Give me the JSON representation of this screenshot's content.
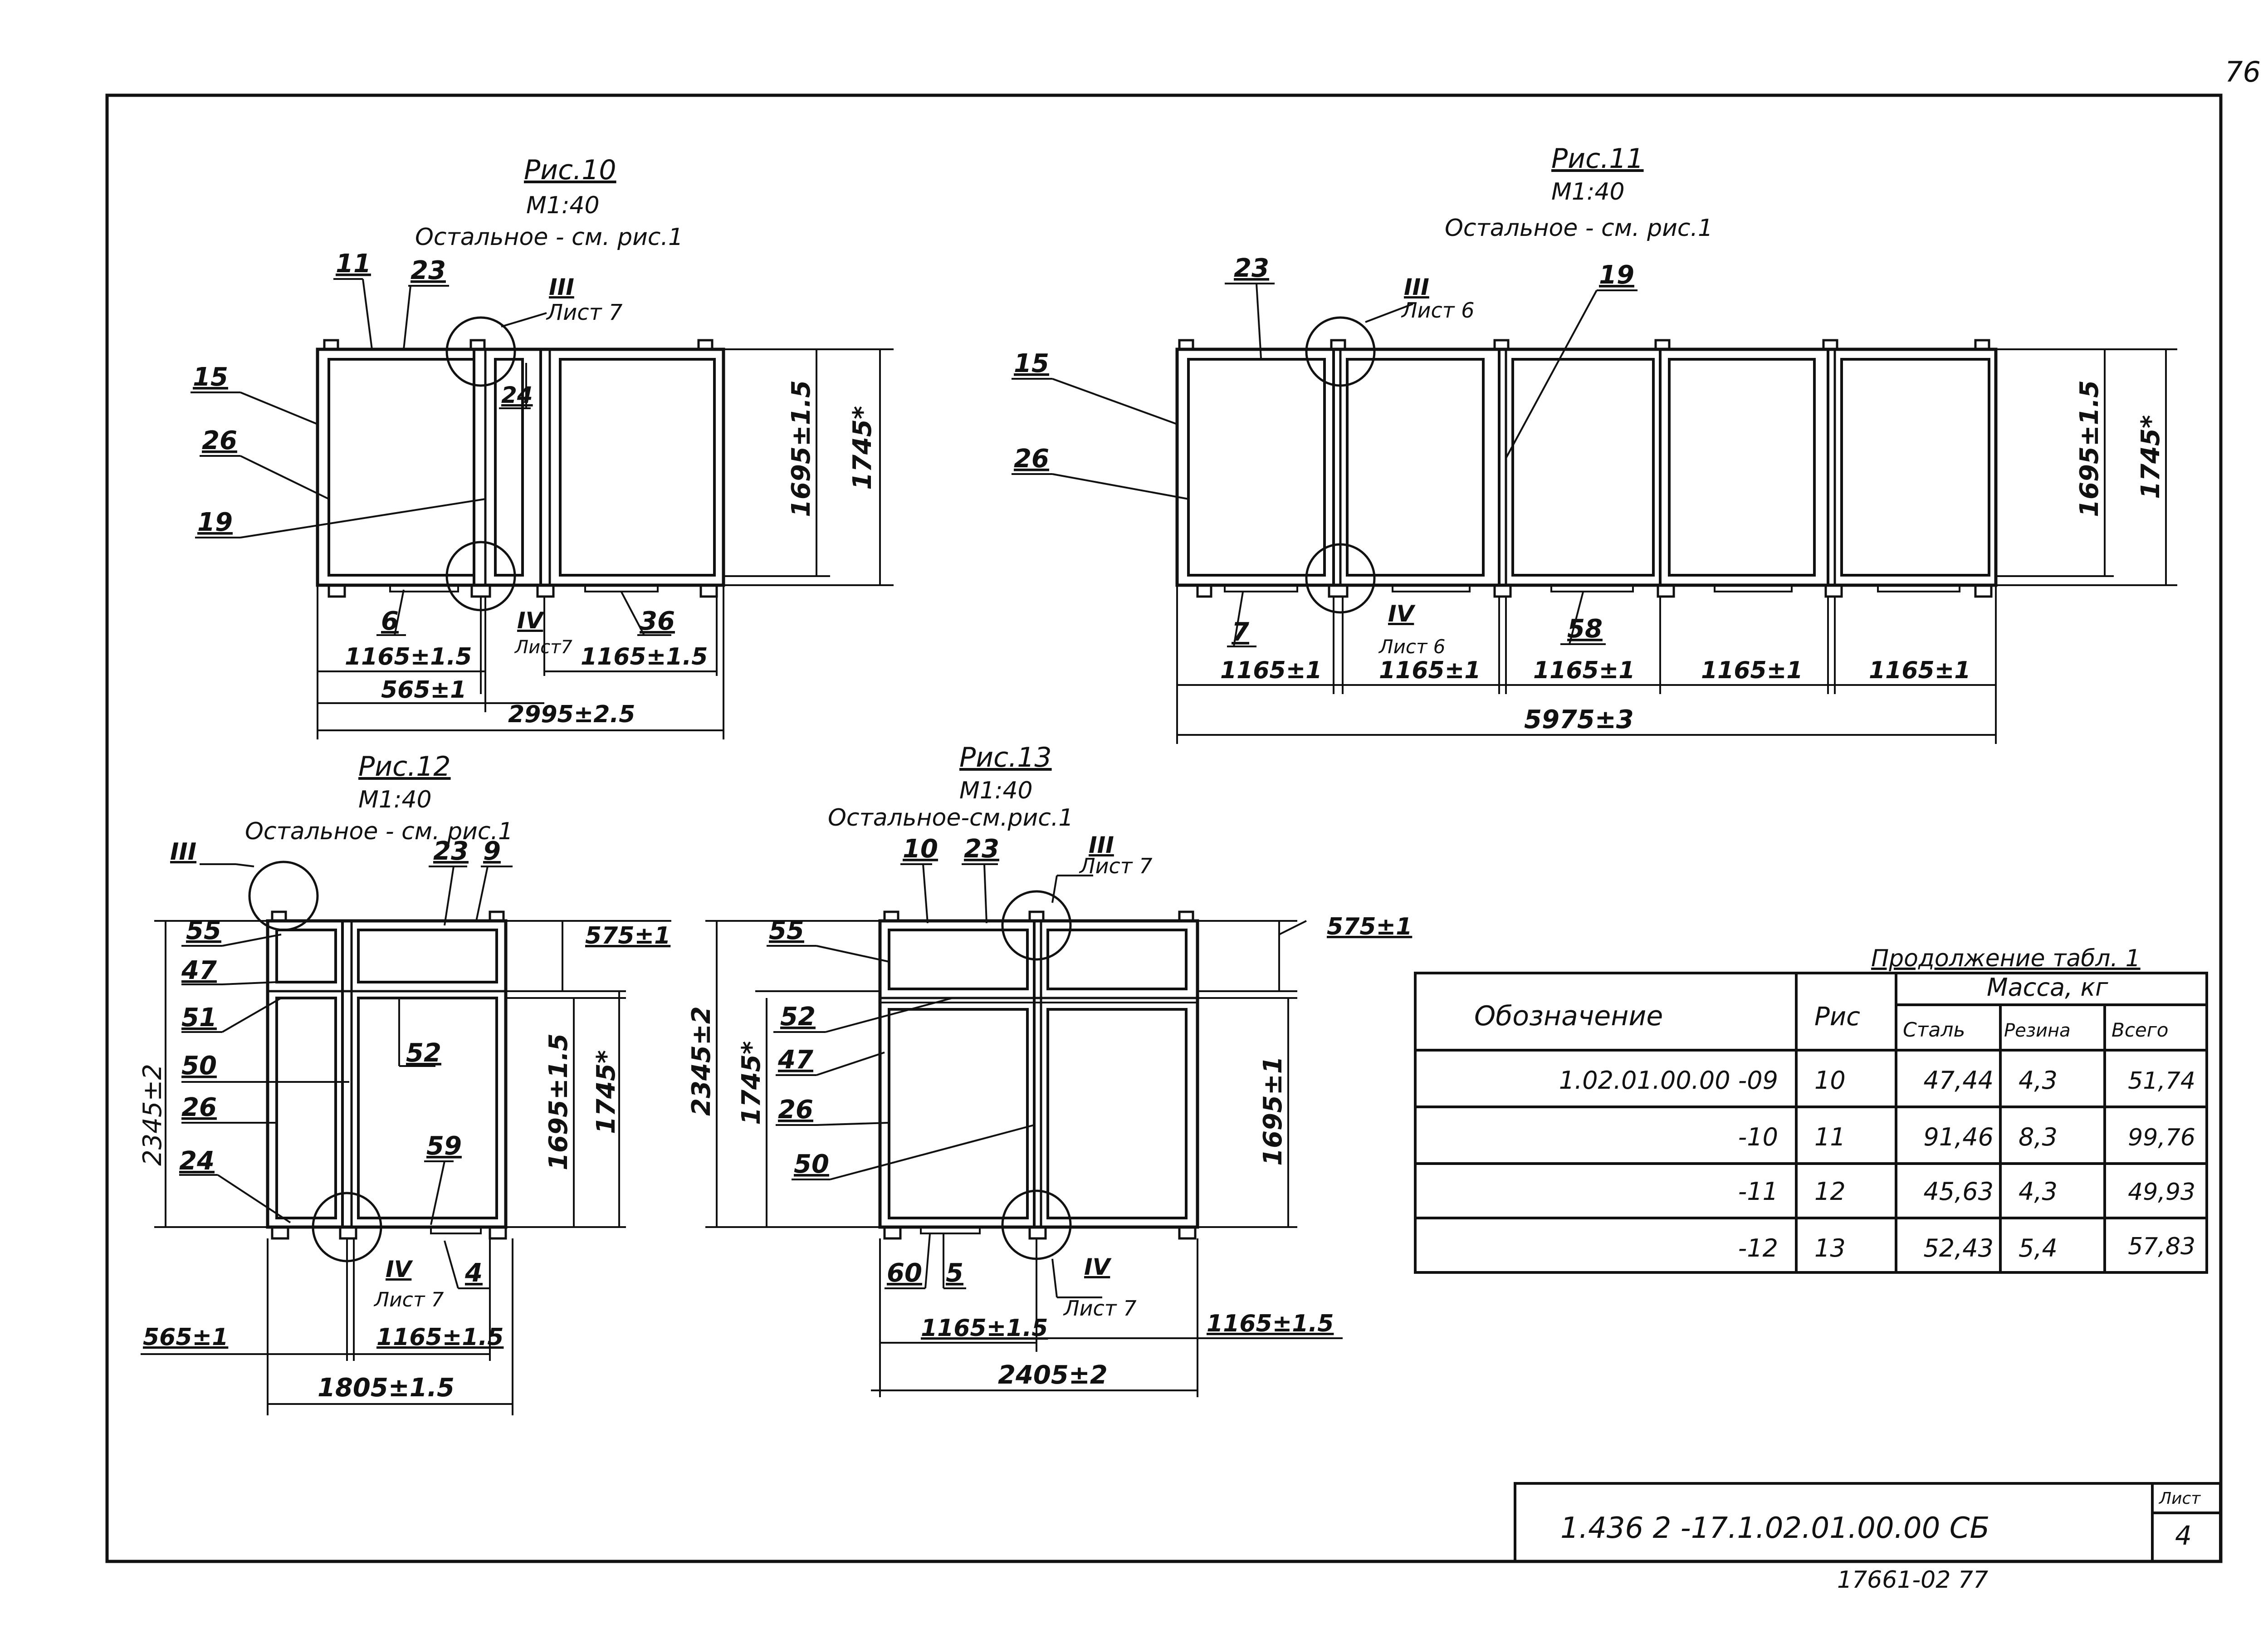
{
  "page_number": "76",
  "figures": {
    "fig10": {
      "title": "Рис.10",
      "scale": "М1:40",
      "note": "Остальное - см. рис.1",
      "labels": {
        "p11": "11",
        "p23": "23",
        "p15": "15",
        "p26": "26",
        "p19": "19",
        "p24": "24",
        "p6": "6",
        "p36": "36"
      },
      "callouts": {
        "III": "III",
        "III_sheet": "Лист 7",
        "IV": "IV",
        "IV_sheet": "Лист7"
      },
      "dims": {
        "h_inner": "1695±1.5",
        "h_total": "1745*",
        "w1": "1165±1.5",
        "w2": "1165±1.5",
        "w_off": "565±1",
        "w_total": "2995±2.5"
      }
    },
    "fig11": {
      "title": "Рис.11",
      "scale": "М1:40",
      "note": "Остальное - см. рис.1",
      "labels": {
        "p23": "23",
        "p19": "19",
        "p15": "15",
        "p26": "26",
        "p7": "7",
        "p58": "58"
      },
      "callouts": {
        "III": "III",
        "III_sheet": "Лист 6",
        "IV": "IV",
        "IV_sheet": "Лист 6"
      },
      "dims": {
        "h_inner": "1695±1.5",
        "h_total": "1745*",
        "w1": "1165±1",
        "w2": "1165±1",
        "w3": "1165±1",
        "w4": "1165±1",
        "w5": "1165±1",
        "w_total": "5975±3"
      }
    },
    "fig12": {
      "title": "Рис.12",
      "scale": "М1:40",
      "note": "Остальное - см. рис.1",
      "labels": {
        "p23": "23",
        "p9": "9",
        "p55": "55",
        "p47": "47",
        "p51": "51",
        "p50": "50",
        "p52": "52",
        "p26": "26",
        "p24": "24",
        "p59": "59",
        "p4": "4"
      },
      "callouts": {
        "III": "III",
        "IV": "IV",
        "IV_sheet": "Лист 7"
      },
      "dims": {
        "h_total_outer": "2345±2",
        "h_top": "575±1",
        "h_inner": "1695±1.5",
        "h_total": "1745*",
        "w_off": "565±1",
        "w1": "1165±1.5",
        "w_total": "1805±1.5"
      }
    },
    "fig13": {
      "title": "Рис.13",
      "scale": "М1:40",
      "note": "Остальное-см.рис.1",
      "labels": {
        "p10": "10",
        "p23": "23",
        "p55": "55",
        "p52": "52",
        "p47": "47",
        "p26": "26",
        "p50": "50",
        "p60": "60",
        "p5": "5"
      },
      "callouts": {
        "III": "III",
        "III_sheet": "Лист 7",
        "IV": "IV",
        "IV_sheet": "Лист 7"
      },
      "dims": {
        "h_total_outer": "2345±2",
        "h_total": "1745*",
        "h_top": "575±1",
        "h_inner": "1695±1",
        "w1": "1165±1.5",
        "w2": "1165±1.5",
        "w_total": "2405±2"
      }
    }
  },
  "table": {
    "caption": "Продолжение табл. 1",
    "headers": {
      "designation": "Обозначение",
      "fig": "Рис",
      "mass": "Масса, кг",
      "steel": "Сталь",
      "rubber": "Резина",
      "total": "Всего"
    },
    "rows": [
      {
        "designation": "1.02.01.00.00 -09",
        "fig": "10",
        "steel": "47,44",
        "rubber": "4,3",
        "total": "51,74"
      },
      {
        "designation": "-10",
        "fig": "11",
        "steel": "91,46",
        "rubber": "8,3",
        "total": "99,76"
      },
      {
        "designation": "-11",
        "fig": "12",
        "steel": "45,63",
        "rubber": "4,3",
        "total": "49,93"
      },
      {
        "designation": "-12",
        "fig": "13",
        "steel": "52,43",
        "rubber": "5,4",
        "total": "57,83"
      }
    ]
  },
  "title_block": {
    "doc_code": "1.436 2 -17.1.02.01.00.00 СБ",
    "sheet_label": "Лист",
    "sheet_no": "4",
    "archive_no": "17661-02 77"
  }
}
